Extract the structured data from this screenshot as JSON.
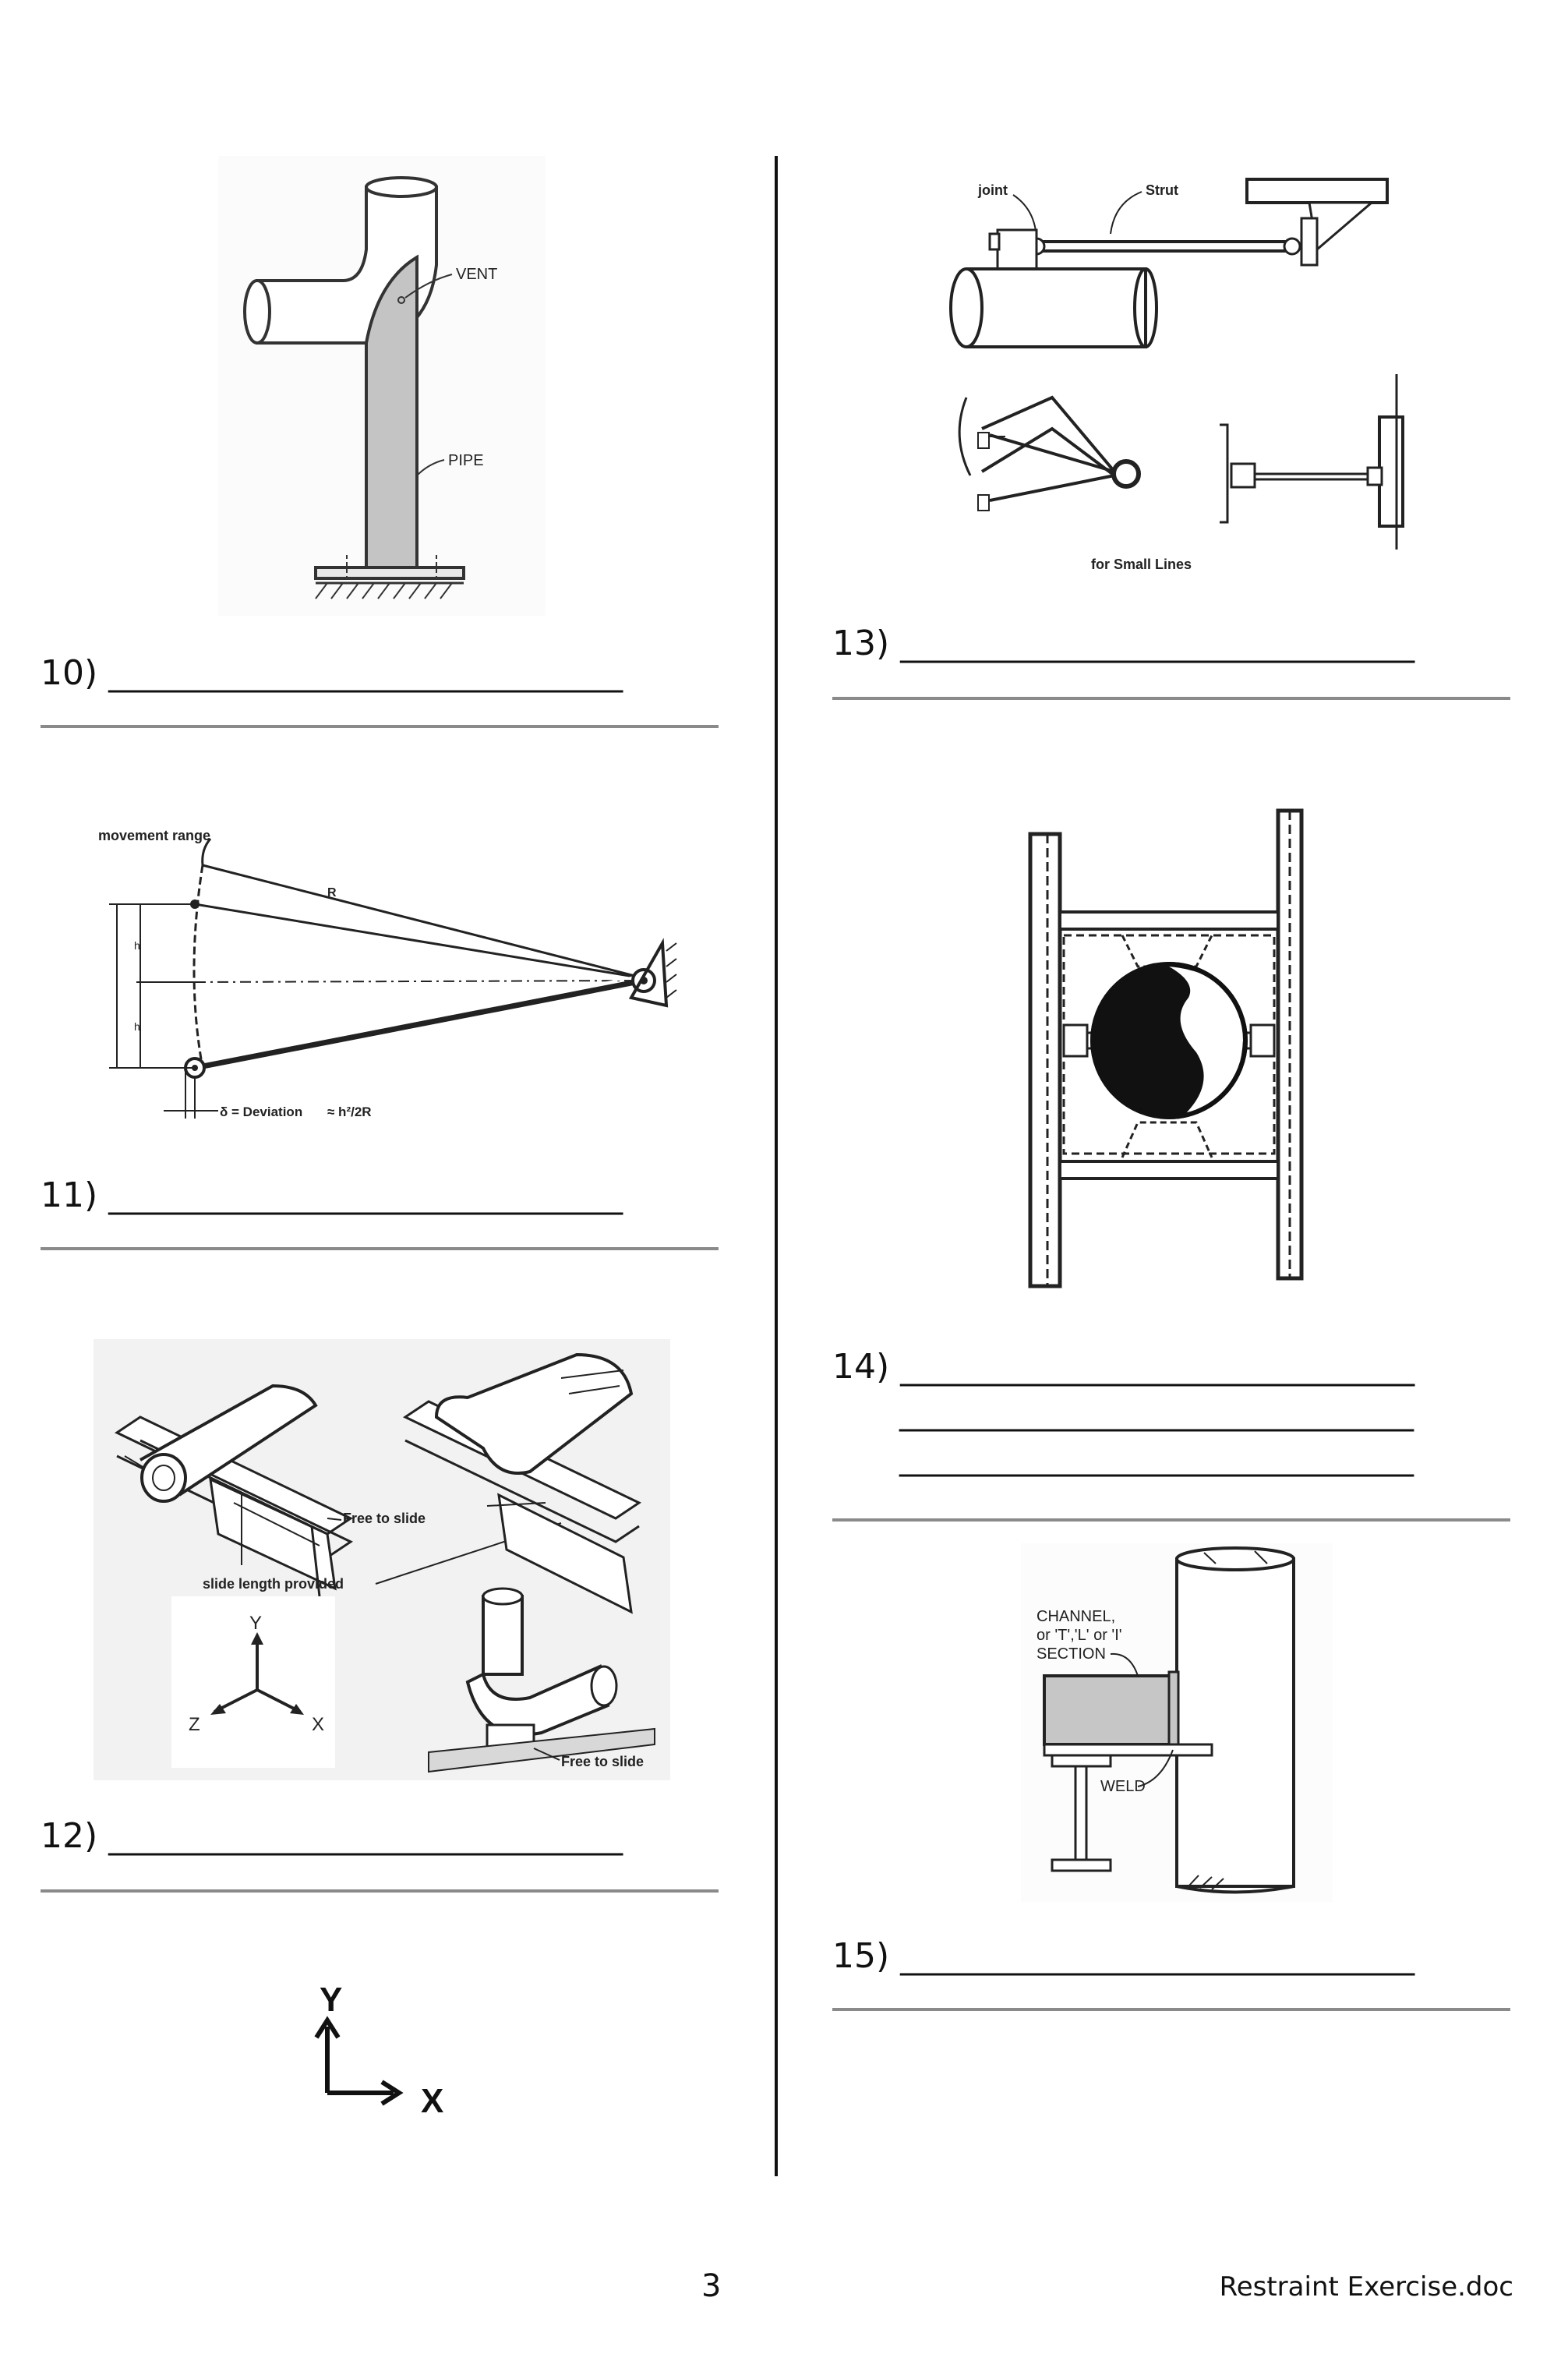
{
  "questions": [
    {
      "number": "10)",
      "blank": "______________________________"
    },
    {
      "number": "11)",
      "blank": "______________________________"
    },
    {
      "number": "12)",
      "blank": "______________________________"
    },
    {
      "number": "13)",
      "blank": "______________________________"
    },
    {
      "number": "14)",
      "blank": "______________________________",
      "extra_blanks": [
        "______________________________",
        "______________________________"
      ]
    },
    {
      "number": "15)",
      "blank": "______________________________"
    }
  ],
  "figures": {
    "vent_pipe": {
      "vent_label": "VENT",
      "pipe_label": "PIPE"
    },
    "pendulum": {
      "movement_label": "movement range",
      "r_label": "R",
      "h_label": "h",
      "deviation_label": "δ = Deviation",
      "formula": "≈ h²/2R"
    },
    "slide_supports": {
      "free_to_slide_1": "Free to slide",
      "slide_length": "slide length provided",
      "free_to_slide_2": "Free to slide",
      "axis_y": "Y",
      "axis_z": "Z",
      "axis_x": "X"
    },
    "strut": {
      "joint_label": "joint",
      "strut_label": "Strut",
      "small_lines_label": "for Small Lines"
    },
    "channel": {
      "channel_label_1": "CHANNEL,",
      "channel_label_2": "or 'T','L' or 'I'",
      "channel_label_3": "SECTION",
      "weld_label": "WELD"
    },
    "axes": {
      "y": "Y",
      "x": "X"
    }
  },
  "footer": {
    "page_number": "3",
    "document_name": "Restraint Exercise.doc"
  }
}
